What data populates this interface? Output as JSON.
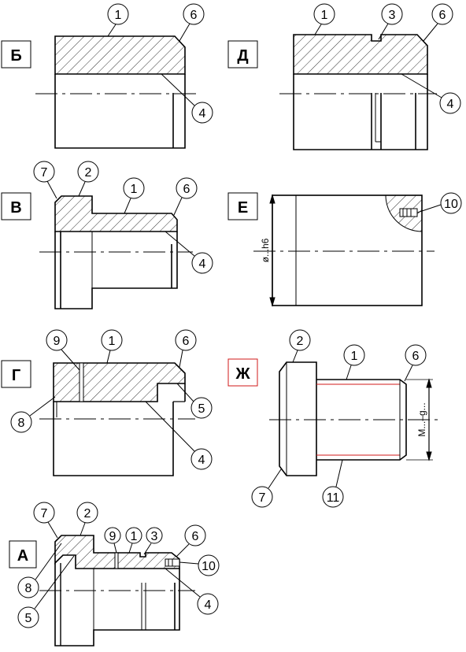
{
  "colors": {
    "line": "#000000",
    "highlight": "#d11a1a",
    "background": "#ffffff"
  },
  "variants": {
    "B": {
      "label": "Б",
      "callouts": [
        "1",
        "6",
        "4"
      ]
    },
    "D": {
      "label": "Д",
      "callouts": [
        "1",
        "3",
        "6",
        "4"
      ]
    },
    "V": {
      "label": "В",
      "callouts": [
        "7",
        "2",
        "1",
        "6",
        "4"
      ]
    },
    "E": {
      "label": "Е",
      "callouts": [
        "10"
      ],
      "dimension": "ø...h6"
    },
    "G": {
      "label": "Г",
      "callouts": [
        "9",
        "1",
        "6",
        "8",
        "5",
        "4"
      ]
    },
    "Zh": {
      "label": "Ж",
      "callouts": [
        "2",
        "1",
        "6",
        "7",
        "11"
      ],
      "dimension": "M...–g..."
    },
    "A": {
      "label": "А",
      "callouts": [
        "7",
        "2",
        "9",
        "1",
        "3",
        "6",
        "8",
        "10",
        "5",
        "4"
      ]
    }
  }
}
